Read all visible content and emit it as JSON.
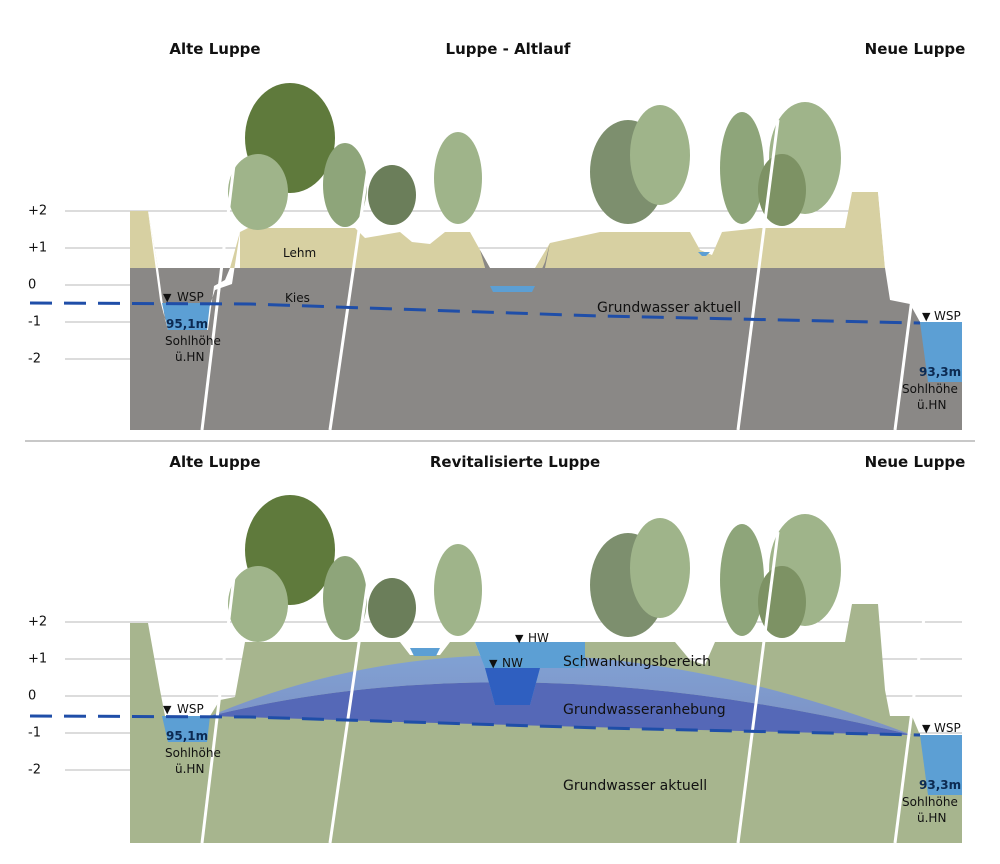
{
  "top_section": {
    "title_left": "Alte Luppe",
    "title_center": "Luppe - Altlauf",
    "title_right": "Neue Luppe",
    "layer_clay": "Lehm",
    "layer_gravel": "Kies",
    "groundwater_label": "Grundwasser aktuell",
    "wsp_left": "WSP",
    "wsp_right": "WSP",
    "bed_left_value": "95,1m",
    "bed_right_value": "93,3m",
    "bed_caption_line1": "Sohlhöhe",
    "bed_caption_line2": "ü.HN"
  },
  "bottom_section": {
    "title_left": "Alte Luppe",
    "title_center": "Revitalisierte Luppe",
    "title_right": "Neue Luppe",
    "hw_label": "HW",
    "nw_label": "NW",
    "fluctuation_label": "Schwankungsbereich",
    "raising_label": "Grundwasseranhebung",
    "groundwater_label": "Grundwasser aktuell",
    "wsp_left": "WSP",
    "wsp_right": "WSP",
    "bed_left_value": "95,1m",
    "bed_right_value": "93,3m",
    "bed_caption_line1": "Sohlhöhe",
    "bed_caption_line2": "ü.HN"
  },
  "scale_labels": [
    "+2",
    "+1",
    "0",
    "-1",
    "-2"
  ],
  "colors": {
    "gravel": "#8a8886",
    "clay": "#d7d0a2",
    "meadow_soil": "#a7b58e",
    "water": "#5c9fd4",
    "groundwater_line": "#1f4ea8",
    "raised_groundwater": "#3a4fc4",
    "tree_dark": "#5f7a3c",
    "tree_light": "#9fb48a"
  }
}
